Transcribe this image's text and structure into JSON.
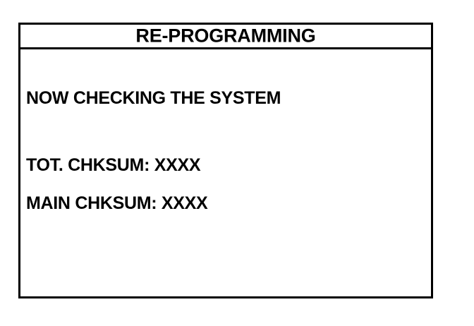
{
  "screen": {
    "background_color": "#ffffff",
    "foreground_color": "#000000"
  },
  "panel": {
    "header": {
      "title": "RE-PROGRAMMING"
    },
    "body": {
      "status_message": "NOW CHECKING THE SYSTEM",
      "lines": [
        {
          "key": "total_checksum",
          "label": "TOT. CHKSUM:",
          "value": "XXXX",
          "text": "TOT. CHKSUM: XXXX"
        },
        {
          "key": "main_checksum",
          "label": "MAIN CHKSUM:",
          "value": "XXXX",
          "text": "MAIN CHKSUM: XXXX"
        }
      ]
    }
  }
}
